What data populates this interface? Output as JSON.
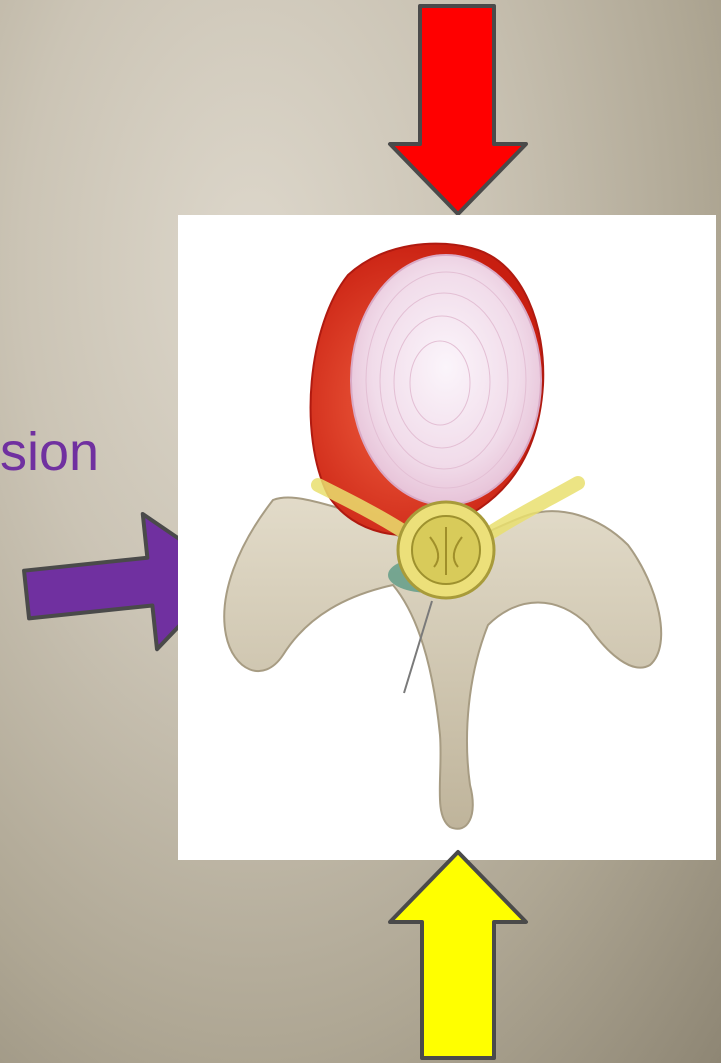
{
  "slide": {
    "partial_text": "sion"
  },
  "arrows": {
    "top": {
      "direction": "down",
      "color": "#ff0000"
    },
    "left": {
      "direction": "right",
      "color": "#7030a0"
    },
    "bottom": {
      "direction": "up",
      "color": "#ffff00"
    }
  },
  "illustration": {
    "subject": "vertebra-cross-section-icon",
    "colors": {
      "disc": "#f4e8f0",
      "inflammation": "#e0301e",
      "bone": "#d8d0bc",
      "spinal_canal": "#e8dc6a"
    }
  }
}
